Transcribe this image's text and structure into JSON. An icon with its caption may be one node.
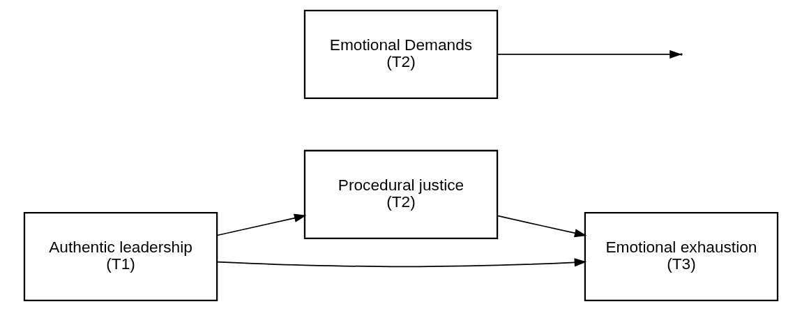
{
  "diagram": {
    "nodes": [
      {
        "text": [
          "Authentic leadership",
          "(T1)"
        ]
      },
      {
        "text": [
          "Procedural justice",
          "(T2)"
        ]
      },
      {
        "text": [
          "Emotional exhaustion",
          "(T3)"
        ]
      },
      {
        "text": [
          "Emotional Demands",
          "(T2)"
        ]
      }
    ],
    "edges": [
      {
        "from": 0,
        "to": 2,
        "arrow": "to"
      },
      {
        "from": 0,
        "to": 1,
        "arrow": "to"
      },
      {
        "from": 1,
        "to": 2,
        "arrow": "to"
      },
      {
        "from": 3,
        "to": null,
        "arrow": "to"
      }
    ]
  }
}
